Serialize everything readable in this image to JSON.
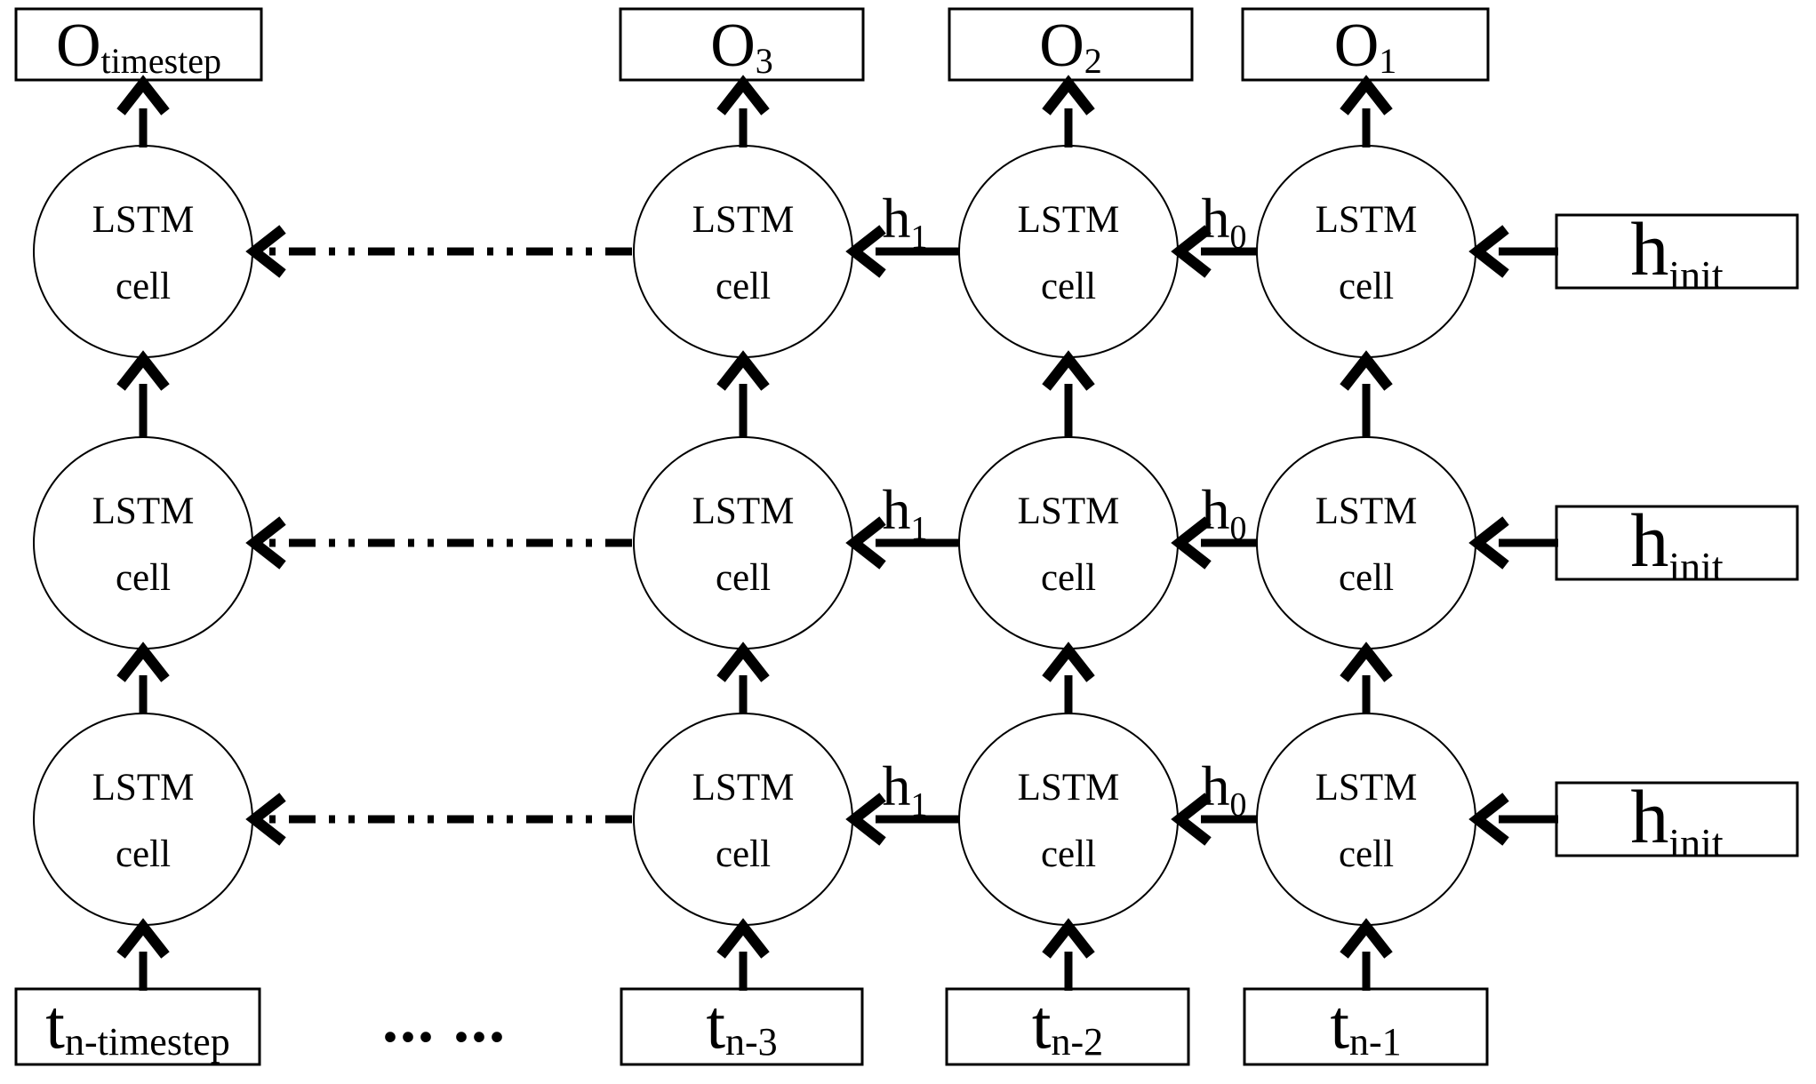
{
  "diagram": {
    "cell_label": {
      "line1": "LSTM",
      "line2": "cell"
    },
    "columns": [
      {
        "output_base": "O",
        "output_sub": "timestep",
        "input_base": "t",
        "input_sub": "n-timestep"
      },
      {
        "output_base": "O",
        "output_sub": "3",
        "input_base": "t",
        "input_sub": "n-3"
      },
      {
        "output_base": "O",
        "output_sub": "2",
        "input_base": "t",
        "input_sub": "n-2"
      },
      {
        "output_base": "O",
        "output_sub": "1",
        "input_base": "t",
        "input_sub": "n-1"
      }
    ],
    "arrow_labels": [
      {
        "base": "h",
        "sub": "1"
      },
      {
        "base": "h",
        "sub": "0"
      }
    ],
    "init_box": {
      "base": "h",
      "sub": "init"
    },
    "ellipsis": "... ...",
    "colors": {
      "ink": "#000000",
      "background": "#ffffff"
    }
  }
}
